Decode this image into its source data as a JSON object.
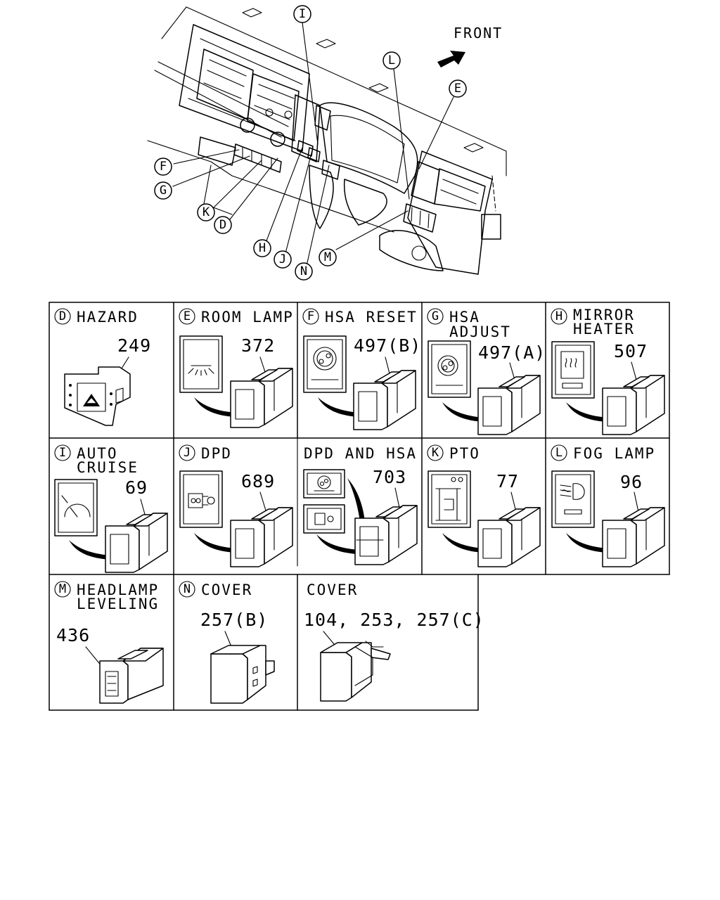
{
  "front_label": "FRONT",
  "callouts": [
    "I",
    "L",
    "E",
    "F",
    "G",
    "K",
    "D",
    "H",
    "J",
    "N",
    "M"
  ],
  "cells": [
    {
      "letter": "D",
      "title": [
        "HAZARD"
      ],
      "part": "249"
    },
    {
      "letter": "E",
      "title": [
        "ROOM LAMP"
      ],
      "part": "372"
    },
    {
      "letter": "F",
      "title": [
        "HSA RESET"
      ],
      "part": "497(B)"
    },
    {
      "letter": "G",
      "title": [
        "HSA",
        "ADJUST"
      ],
      "part": "497(A)"
    },
    {
      "letter": "H",
      "title": [
        "MIRROR",
        "HEATER"
      ],
      "part": "507"
    },
    {
      "letter": "I",
      "title": [
        "AUTO",
        "CRUISE"
      ],
      "part": "69"
    },
    {
      "letter": "J",
      "title": [
        "DPD"
      ],
      "part": "689"
    },
    {
      "letter": "",
      "title": [
        "DPD AND HSA"
      ],
      "part": "703"
    },
    {
      "letter": "K",
      "title": [
        "PTO"
      ],
      "part": "77"
    },
    {
      "letter": "L",
      "title": [
        "FOG LAMP"
      ],
      "part": "96"
    },
    {
      "letter": "M",
      "title": [
        "HEADLAMP",
        "LEVELING"
      ],
      "part": "436"
    },
    {
      "letter": "N",
      "title": [
        "COVER"
      ],
      "part": "257(B)"
    },
    {
      "letter": "",
      "title": [
        "COVER"
      ],
      "part": "104, 253, 257(C)"
    }
  ]
}
